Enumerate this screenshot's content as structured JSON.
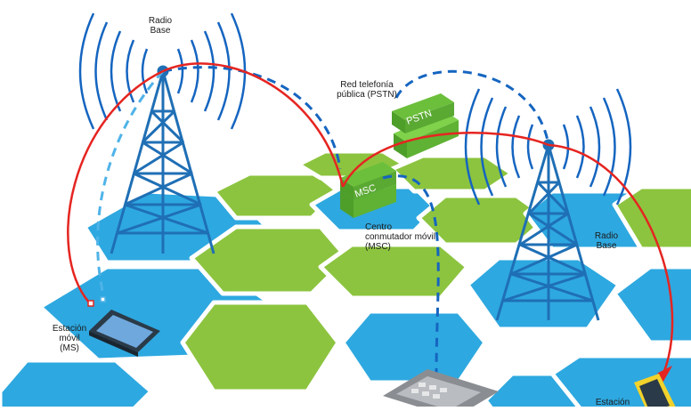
{
  "labels": {
    "radio_base_left_line1": "Radio",
    "radio_base_left_line2": "Base",
    "radio_base_right_line1": "Radio",
    "radio_base_right_line2": "Base",
    "pstn_line1": "Red telefonía",
    "pstn_line2": "pública (PSTN)",
    "msc_line1": "Centro",
    "msc_line2": "conmutador móvil",
    "msc_line3": "(MSC)",
    "ms_line1": "Estación",
    "ms_line2": "móvil",
    "ms_line3": "(MS)",
    "station_bottom_right": "Estación"
  },
  "boxes": {
    "pstn": "PSTN",
    "msc": "MSC"
  },
  "colors": {
    "hex_blue": "#2ea8e0",
    "hex_green": "#8cc43f",
    "tower_blue": "#1f6fb5",
    "signal_blue": "#1565c0",
    "red_link": "#e52521",
    "dashed_blue": "#1565c0",
    "dashed_light": "#4fb3e8",
    "box_green": "#6cbf3b"
  },
  "icons": [
    "radio-tower-icon",
    "signal-waves-icon",
    "mobile-phone-icon",
    "telephone-keypad-icon",
    "pstn-box-icon",
    "msc-box-icon"
  ]
}
